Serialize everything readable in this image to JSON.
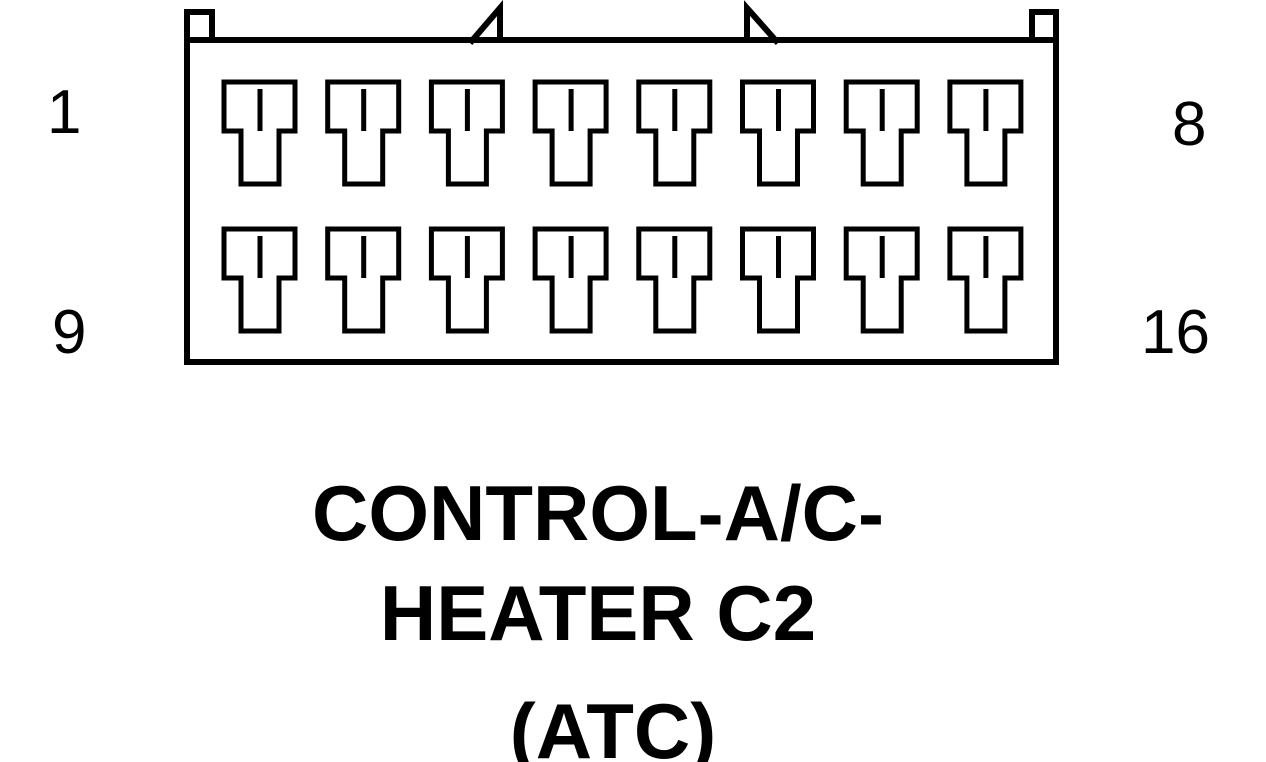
{
  "connector": {
    "pin_labels": {
      "top_left": "1",
      "top_right": "8",
      "bottom_left": "9",
      "bottom_right": "16"
    },
    "rows": 2,
    "pins_per_row": 8
  },
  "caption": {
    "line1": "CONTROL-A/C-",
    "line2": "HEATER C2",
    "line3": "(ATC)"
  },
  "colors": {
    "line": "#000000",
    "background": "#ffffff"
  }
}
